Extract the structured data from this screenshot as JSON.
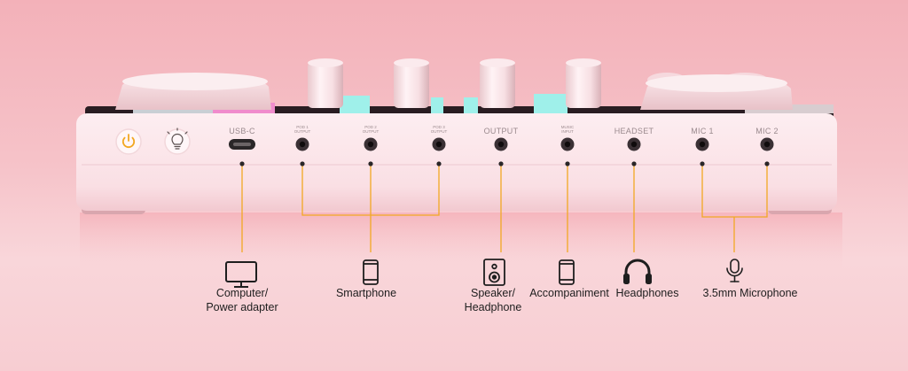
{
  "ports": [
    {
      "id": "usb-c",
      "label": "USB-C",
      "size": "big"
    },
    {
      "id": "pod1-output",
      "label": "POD 1\nOUTPUT",
      "size": "small"
    },
    {
      "id": "pod2-output",
      "label": "POD 2\nOUTPUT",
      "size": "small"
    },
    {
      "id": "pod3-output",
      "label": "POD 3\nOUTPUT",
      "size": "small"
    },
    {
      "id": "output",
      "label": "OUTPUT",
      "size": "big"
    },
    {
      "id": "music-input",
      "label": "MUSIC\nINPUT",
      "size": "small"
    },
    {
      "id": "headset",
      "label": "HEADSET",
      "size": "big"
    },
    {
      "id": "mic-1",
      "label": "MIC 1",
      "size": "big"
    },
    {
      "id": "mic-2",
      "label": "MIC 2",
      "size": "big"
    }
  ],
  "devices": [
    {
      "id": "computer",
      "icon": "monitor-icon",
      "label1": "Computer/",
      "label2": "Power adapter"
    },
    {
      "id": "smartphone",
      "icon": "smartphone-icon",
      "label1": "Smartphone",
      "label2": ""
    },
    {
      "id": "speaker",
      "icon": "speaker-icon",
      "label1": "Speaker/",
      "label2": "Headphone"
    },
    {
      "id": "accompaniment",
      "icon": "smartphone-icon",
      "label1": "Accompaniment",
      "label2": ""
    },
    {
      "id": "headphones",
      "icon": "headphones-icon",
      "label1": "Headphones",
      "label2": ""
    },
    {
      "id": "microphone",
      "icon": "microphone-icon",
      "label1": "3.5mm Microphone",
      "label2": ""
    }
  ],
  "colors": {
    "accent": "#f2a823",
    "device_body": "#fbe3e7",
    "teal": "#9ff0ea",
    "magenta": "#f08ccc"
  }
}
